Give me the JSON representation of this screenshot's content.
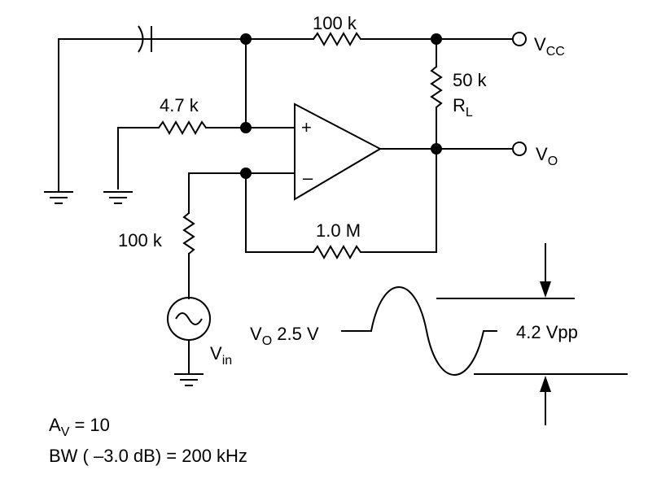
{
  "labels": {
    "r_top": "100 k",
    "vcc_main": "V",
    "vcc_sub": "CC",
    "rl_value": "50 k",
    "rl_main": "R",
    "rl_sub": "L",
    "r_bias": "4.7 k",
    "plus": "+",
    "minus": "–",
    "vo_main": "V",
    "vo_sub": "O",
    "r_feedback": "1.0 M",
    "r_in": "100 k",
    "vin_main": "V",
    "vin_sub": "in",
    "wave_vo_main": "V",
    "wave_vo_sub": "O",
    "wave_level": " 2.5 V",
    "wave_pp": "4.2 Vpp",
    "av_main": "A",
    "av_sub": "V",
    "av_value": " = 10",
    "bw": "BW ( –3.0 dB) = 200 kHz"
  }
}
